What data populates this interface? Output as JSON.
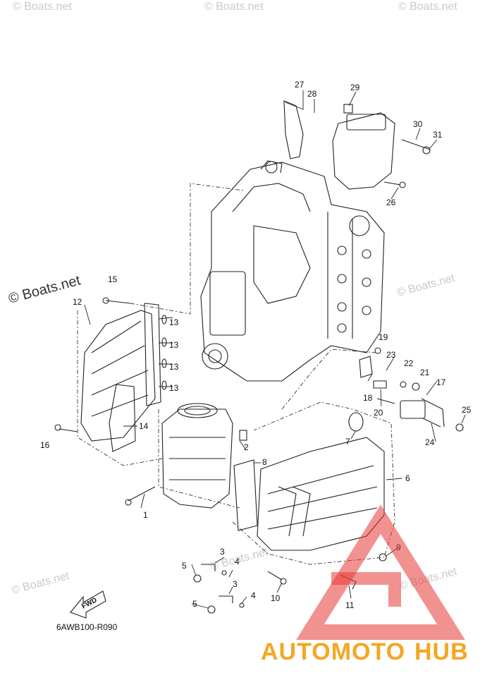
{
  "diagram": {
    "code": "6AWB100-R090",
    "fwd_label": "FWD",
    "callouts": [
      "1",
      "2",
      "3",
      "3",
      "4",
      "4",
      "5",
      "5",
      "6",
      "7",
      "8",
      "9",
      "10",
      "11",
      "12",
      "13",
      "13",
      "13",
      "13",
      "14",
      "15",
      "16",
      "17",
      "18",
      "19",
      "20",
      "21",
      "22",
      "23",
      "24",
      "25",
      "26",
      "27",
      "28",
      "29",
      "30",
      "31"
    ]
  },
  "watermark": {
    "text": "© Boats.net",
    "logo_text_a": "AUTOMOTO",
    "logo_text_b": "HUB",
    "logo_colors": {
      "orange": "#f5a623",
      "red": "#e53935"
    }
  }
}
